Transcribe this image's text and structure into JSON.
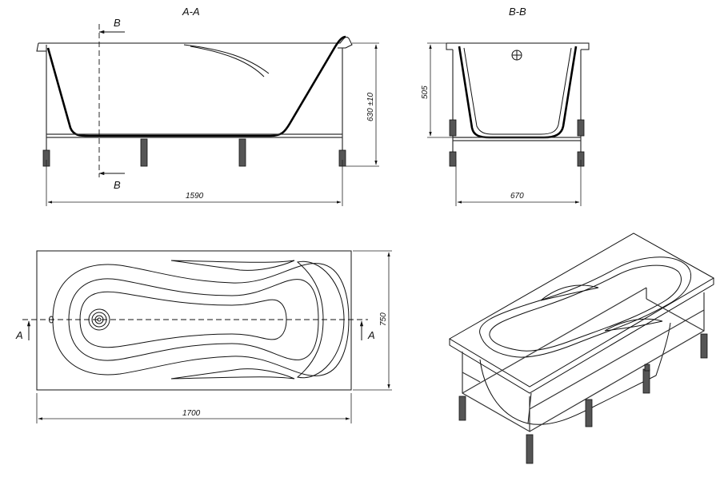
{
  "views": {
    "section_aa": {
      "title": "A-A",
      "marker": "B",
      "width": "1590",
      "height": "630 ±10"
    },
    "section_bb": {
      "title": "B-B",
      "height": "505",
      "width": "670"
    },
    "plan": {
      "marker": "A",
      "length": "1700",
      "width": "750"
    }
  },
  "colors": {
    "line": "#111111",
    "background": "#ffffff"
  }
}
